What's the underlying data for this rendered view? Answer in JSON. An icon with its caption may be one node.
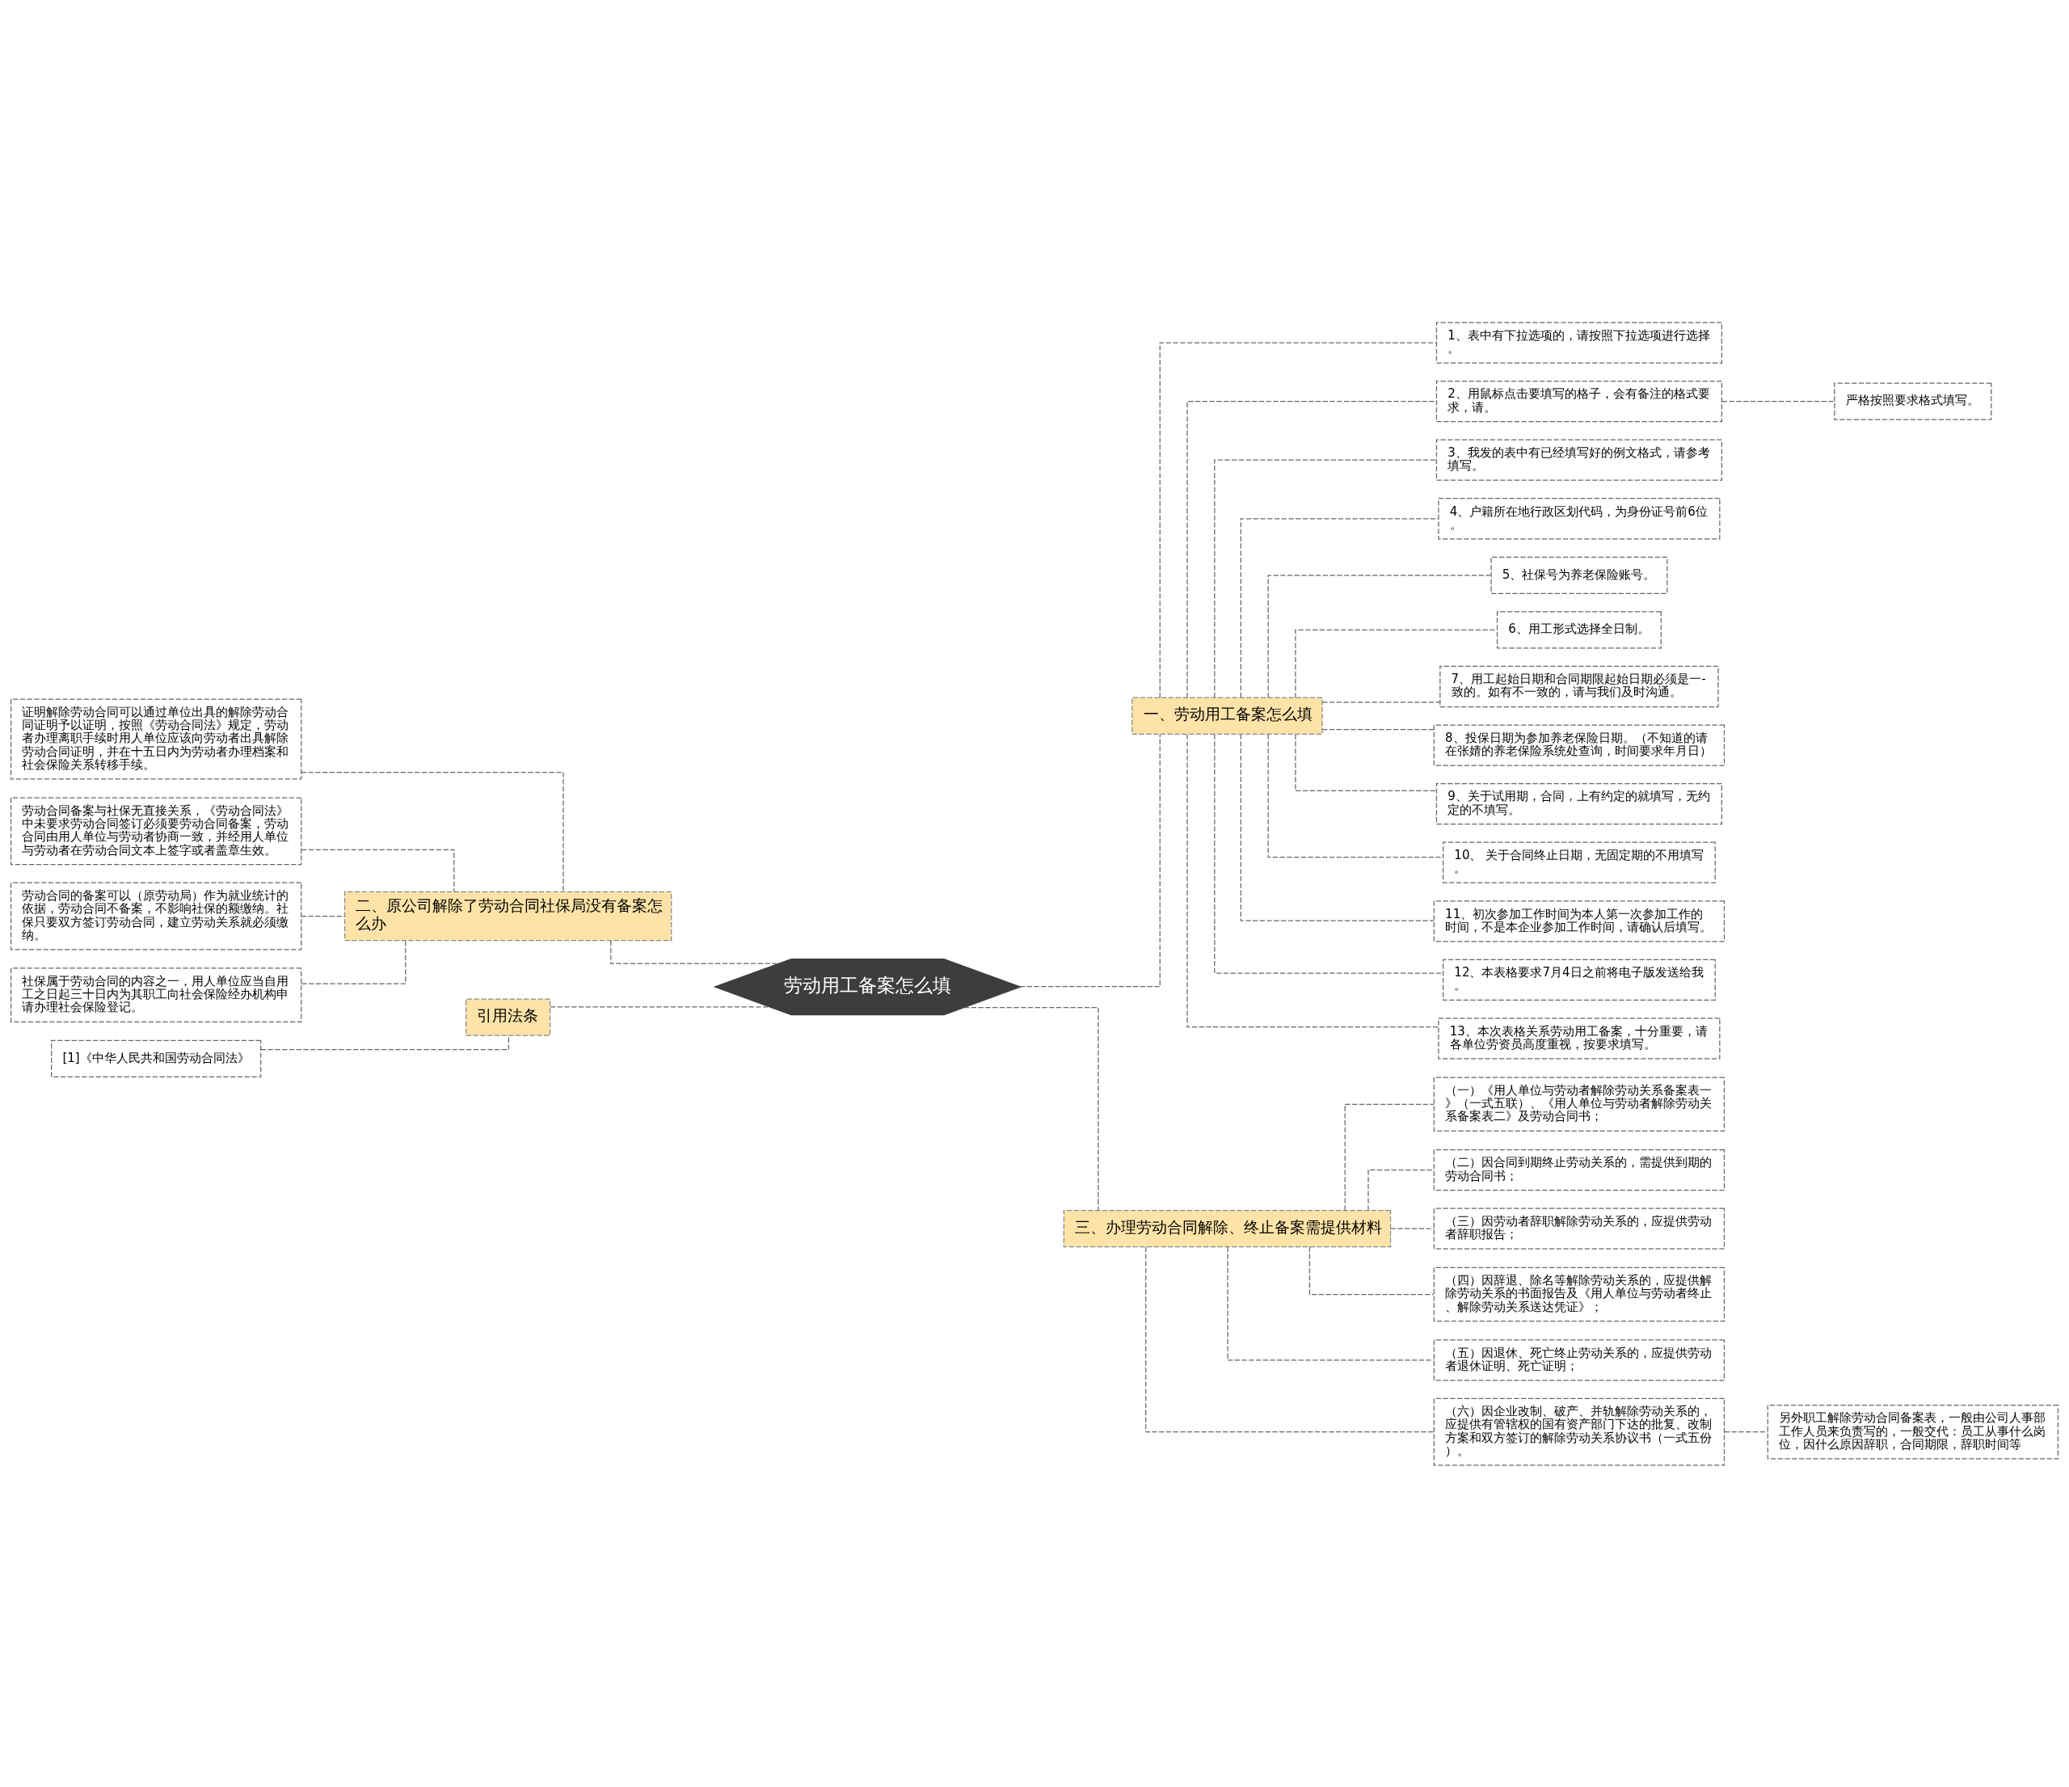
{
  "diagram": {
    "nodes": [
      {
        "text": [
          "劳动用工备案怎么填"
        ]
      },
      {
        "text": [
          "一、劳动用工备案怎么填"
        ]
      },
      {
        "text": [
          "1、表中有下拉选项的，请按照下拉选项进行选择。"
        ]
      },
      {
        "text": [
          "2、用鼠标点击要填写的格子，会有备注的格式要求，请。"
        ]
      },
      {
        "text": [
          "3、我发的表中有已经填写好的例文格式，请参考填写。"
        ]
      },
      {
        "text": [
          "4、户籍所在地行政区划代码，为身份证号前6位。"
        ]
      },
      {
        "text": [
          "5、社保号为养老保险账号。"
        ]
      },
      {
        "text": [
          "6、用工形式选择全日制。"
        ]
      },
      {
        "text": [
          "7、用工起始日期和合同期限起始日期必须是一-致的。如有不一致的，请与我们及时沟通。"
        ]
      },
      {
        "text": [
          "8、投保日期为参加养老保险日期。（不知道的请在张婧的养老保险系统处查询，时间要求年月日）"
        ]
      },
      {
        "text": [
          "9、关于试用期，合同，上有约定的就填写，无约定的不填写。"
        ]
      },
      {
        "text": [
          "10、 关于合同终止日期，无固定期的不用填写。"
        ]
      },
      {
        "text": [
          "11、初次参加工作时间为本人第一次参加工作的时间，不是本企业参加工作时间，请确认后填写。"
        ]
      },
      {
        "text": [
          "12、本表格要求7月4日之前将电子版发送给我。"
        ]
      },
      {
        "text": [
          "13、本次表格关系劳动用工备案，十分重要，请各单位劳资员高度重视，按要求填写。"
        ]
      },
      {
        "text": [
          "严格按照要求格式填写。"
        ]
      },
      {
        "text": [
          "三、办理劳动合同解除、终止备案需提供材料"
        ]
      },
      {
        "text": [
          "（一）《用人单位与劳动者解除劳动关系备案表一》（一式五联）、《用人单位与劳动者解除劳动关系备案表二》及劳动合同书；"
        ]
      },
      {
        "text": [
          "（二）因合同到期终止劳动关系的，需提供到期的劳动合同书；"
        ]
      },
      {
        "text": [
          "（三）因劳动者辞职解除劳动关系的，应提供劳动者辞职报告；"
        ]
      },
      {
        "text": [
          "（四）因辞退、除名等解除劳动关系的，应提供解除劳动关系的书面报告及《用人单位与劳动者终止、解除劳动关系送达凭证》；"
        ]
      },
      {
        "text": [
          "（五）因退休、死亡终止劳动关系的，应提供劳动者退休证明、死亡证明；"
        ]
      },
      {
        "text": [
          "（六）因企业改制、破产、并轨解除劳动关系的，应提供有管辖权的国有资产部门下达的批复、改制方案和双方签订的解除劳动关系协议书（一式五份）。"
        ]
      },
      {
        "text": [
          "另外职工解除劳动合同备案表，一般由公司人事部工作人员来负责写的，一般交代：员工从事什么岗位，因什么原因辞职，合同期限，辞职时间等"
        ]
      },
      {
        "text": [
          "二、原公司解除了劳动合同社保局没有备案怎么办"
        ]
      },
      {
        "text": [
          "证明解除劳动合同可以通过单位出具的解除劳动合同证明予以证明，按照《劳动合同法》规定，劳动者办理离职手续时用人单位应该向劳动者出具解除劳动合同证明，并在十五日内为劳动者办理档案和社会保险关系转移手续。"
        ]
      },
      {
        "text": [
          "劳动合同备案与社保无直接关系，《劳动合同法》中未要求劳动合同签订必须要劳动合同备案，劳动合同由用人单位与劳动者协商一致，并经用人单位与劳动者在劳动合同文本上签字或者盖章生效。"
        ]
      },
      {
        "text": [
          "劳动合同的备案可以（原劳动局）作为就业统计的依据，劳动合同不备案，不影响社保的额缴纳。社保只要双方签订劳动合同，建立劳动关系就必须缴纳。"
        ]
      },
      {
        "text": [
          "社保属于劳动合同的内容之一，用人单位应当自用工之日起三十日内为其职工向社会保险经办机构申请办理社会保险登记。"
        ]
      },
      {
        "text": [
          "引用法条"
        ]
      },
      {
        "text": [
          "[1]《中华人民共和国劳动合同法》"
        ]
      }
    ],
    "edges": [
      {
        "from": 0,
        "to": 1,
        "arrow": "none",
        "style": "dashed"
      },
      {
        "from": 1,
        "to": 2,
        "arrow": "none",
        "style": "dashed"
      },
      {
        "from": 1,
        "to": 3,
        "arrow": "none",
        "style": "dashed"
      },
      {
        "from": 1,
        "to": 4,
        "arrow": "none",
        "style": "dashed"
      },
      {
        "from": 1,
        "to": 5,
        "arrow": "none",
        "style": "dashed"
      },
      {
        "from": 1,
        "to": 6,
        "arrow": "none",
        "style": "dashed"
      },
      {
        "from": 1,
        "to": 7,
        "arrow": "none",
        "style": "dashed"
      },
      {
        "from": 1,
        "to": 8,
        "arrow": "none",
        "style": "dashed"
      },
      {
        "from": 1,
        "to": 9,
        "arrow": "none",
        "style": "dashed"
      },
      {
        "from": 1,
        "to": 10,
        "arrow": "none",
        "style": "dashed"
      },
      {
        "from": 1,
        "to": 11,
        "arrow": "none",
        "style": "dashed"
      },
      {
        "from": 1,
        "to": 12,
        "arrow": "none",
        "style": "dashed"
      },
      {
        "from": 1,
        "to": 13,
        "arrow": "none",
        "style": "dashed"
      },
      {
        "from": 1,
        "to": 14,
        "arrow": "none",
        "style": "dashed"
      },
      {
        "from": 3,
        "to": 15,
        "arrow": "none",
        "style": "dashed"
      },
      {
        "from": 0,
        "to": 16,
        "arrow": "none",
        "style": "dashed"
      },
      {
        "from": 16,
        "to": 17,
        "arrow": "none",
        "style": "dashed"
      },
      {
        "from": 16,
        "to": 18,
        "arrow": "none",
        "style": "dashed"
      },
      {
        "from": 16,
        "to": 19,
        "arrow": "none",
        "style": "dashed"
      },
      {
        "from": 16,
        "to": 20,
        "arrow": "none",
        "style": "dashed"
      },
      {
        "from": 16,
        "to": 21,
        "arrow": "none",
        "style": "dashed"
      },
      {
        "from": 16,
        "to": 22,
        "arrow": "none",
        "style": "dashed"
      },
      {
        "from": 22,
        "to": 23,
        "arrow": "none",
        "style": "dashed"
      },
      {
        "from": 0,
        "to": 24,
        "arrow": "none",
        "style": "dashed"
      },
      {
        "from": 24,
        "to": 25,
        "arrow": "none",
        "style": "dashed"
      },
      {
        "from": 24,
        "to": 26,
        "arrow": "none",
        "style": "dashed"
      },
      {
        "from": 24,
        "to": 27,
        "arrow": "none",
        "style": "dashed"
      },
      {
        "from": 24,
        "to": 28,
        "arrow": "none",
        "style": "dashed"
      },
      {
        "from": 0,
        "to": 29,
        "arrow": "none",
        "style": "dashed"
      },
      {
        "from": 29,
        "to": 30,
        "arrow": "none",
        "style": "dashed"
      }
    ]
  }
}
